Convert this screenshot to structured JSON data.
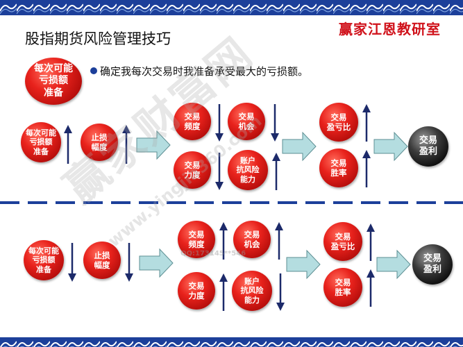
{
  "brand": "赢家江恩教研室",
  "title": "股指期货风险管理技巧",
  "bullet": "确定我每次交易时我准备承受最大的亏损额。",
  "watermark": "赢家财富网",
  "watermark_url": "www.yingjia360.com",
  "qq_watermark": "QQ:173145**546",
  "colors": {
    "band": "#1c3f9a",
    "node_red": "#e8221c",
    "node_black": "#000000",
    "arrow_blue": "#1c2a6a",
    "block_arrow": "#b4dde0"
  },
  "intro_node": "每次可能\n亏损额\n准备",
  "top_row": {
    "loss_amount": "每次可能\n亏损额\n准备",
    "stop_loss": "止损\n幅度",
    "frequency": "交易\n频度",
    "opportunity": "交易\n机会",
    "strength": "交易\n力度",
    "account_risk": "账户\n抗风险\n能力",
    "pl_ratio": "交易\n盈亏比",
    "win_rate": "交易\n胜率",
    "profit": "交易\n盈利"
  },
  "bottom_row": {
    "loss_amount": "每次可能\n亏损额\n准备",
    "stop_loss": "止损\n幅度",
    "frequency": "交易\n频度",
    "opportunity": "交易\n机会",
    "strength": "交易\n力度",
    "account_risk": "账户\n抗风险\n能力",
    "pl_ratio": "交易\n盈亏比",
    "win_rate": "交易\n胜率",
    "profit": "交易\n盈利"
  },
  "icons": {
    "up": "arrow-up-icon",
    "down": "arrow-down-icon",
    "block": "block-arrow-right-icon"
  }
}
